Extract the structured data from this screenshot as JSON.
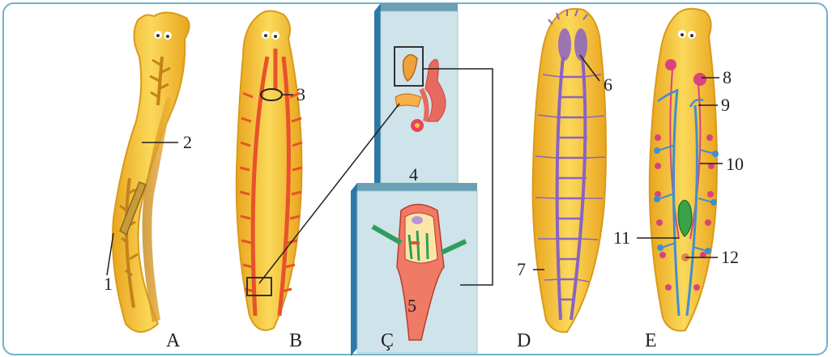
{
  "figure": {
    "panel_labels": [
      "A",
      "B",
      "Ç",
      "D",
      "E"
    ],
    "part_labels": [
      "1",
      "2",
      "3",
      "4",
      "5",
      "6",
      "7",
      "8",
      "9",
      "10",
      "11",
      "12"
    ]
  },
  "colors": {
    "border": "#6fb3cf",
    "body_yellow": "#f6c842",
    "body_edge": "#e4a21f",
    "gut_orange": "#e8522a",
    "nerve_purple": "#8a63c4",
    "duct_blue": "#3f8fd0",
    "gonad_pink": "#d9437d",
    "box_blue": "#cfe3ea"
  }
}
